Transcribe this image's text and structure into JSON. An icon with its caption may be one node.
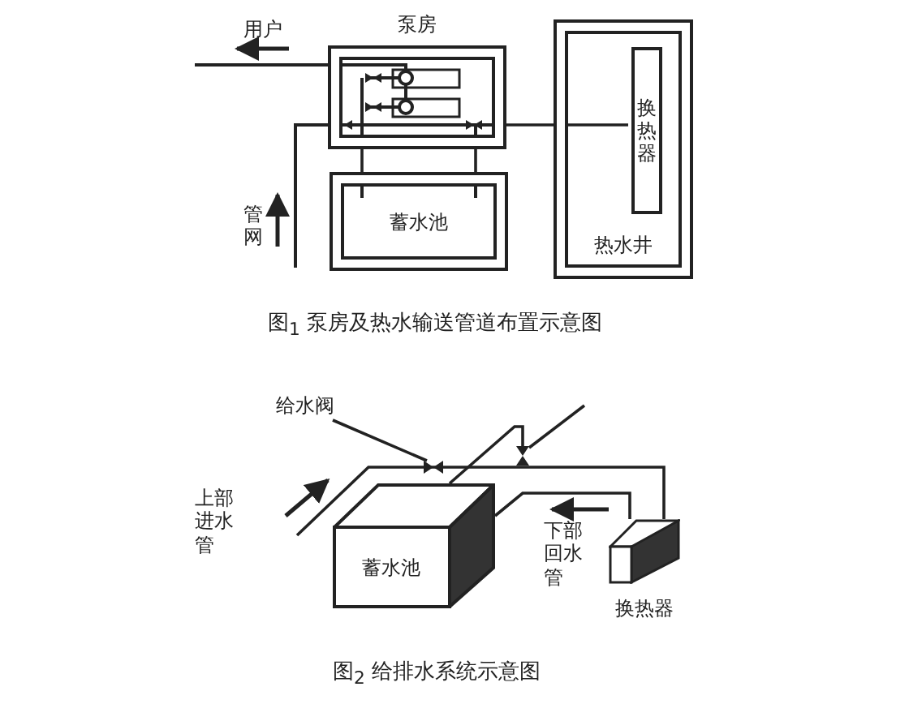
{
  "diagram": {
    "nodes": [
      {
        "text": [
          "泵房"
        ]
      },
      {
        "text": [
          "蓄水池"
        ]
      },
      {
        "text": [
          "热水井"
        ]
      },
      {
        "text": [
          "换热器"
        ],
        "in": 2
      },
      {
        "text": [
          "蓄水池"
        ]
      },
      {
        "text": [
          "换热器"
        ]
      },
      {
        "text": [
          "给水阀"
        ]
      },
      {
        "text": [],
        "shape": "valve"
      },
      {
        "text": [],
        "shape": "valve"
      }
    ],
    "edges": [
      {
        "from": 0,
        "to": 1,
        "arrow": "none"
      },
      {
        "from": 0,
        "to": 1,
        "arrow": "none"
      },
      {
        "from": 0,
        "to": 3,
        "arrow": "none"
      },
      {
        "from": 4,
        "to": 5,
        "arrow": "none"
      },
      {
        "from": null,
        "to": 5,
        "arrow": "none"
      },
      {
        "from": 6,
        "to": 7,
        "arrow": "none"
      },
      {
        "from": null,
        "to": 8,
        "arrow": "none"
      },
      {
        "from": 4,
        "to": 8,
        "arrow": "none"
      }
    ],
    "labels": [
      "用户",
      "管网",
      "图$_{1}$ 泵房及热水输送管道布置示意图",
      "上部进水管",
      "下部回水管",
      "图$_{2}$ 给排水系统示意图"
    ]
  }
}
